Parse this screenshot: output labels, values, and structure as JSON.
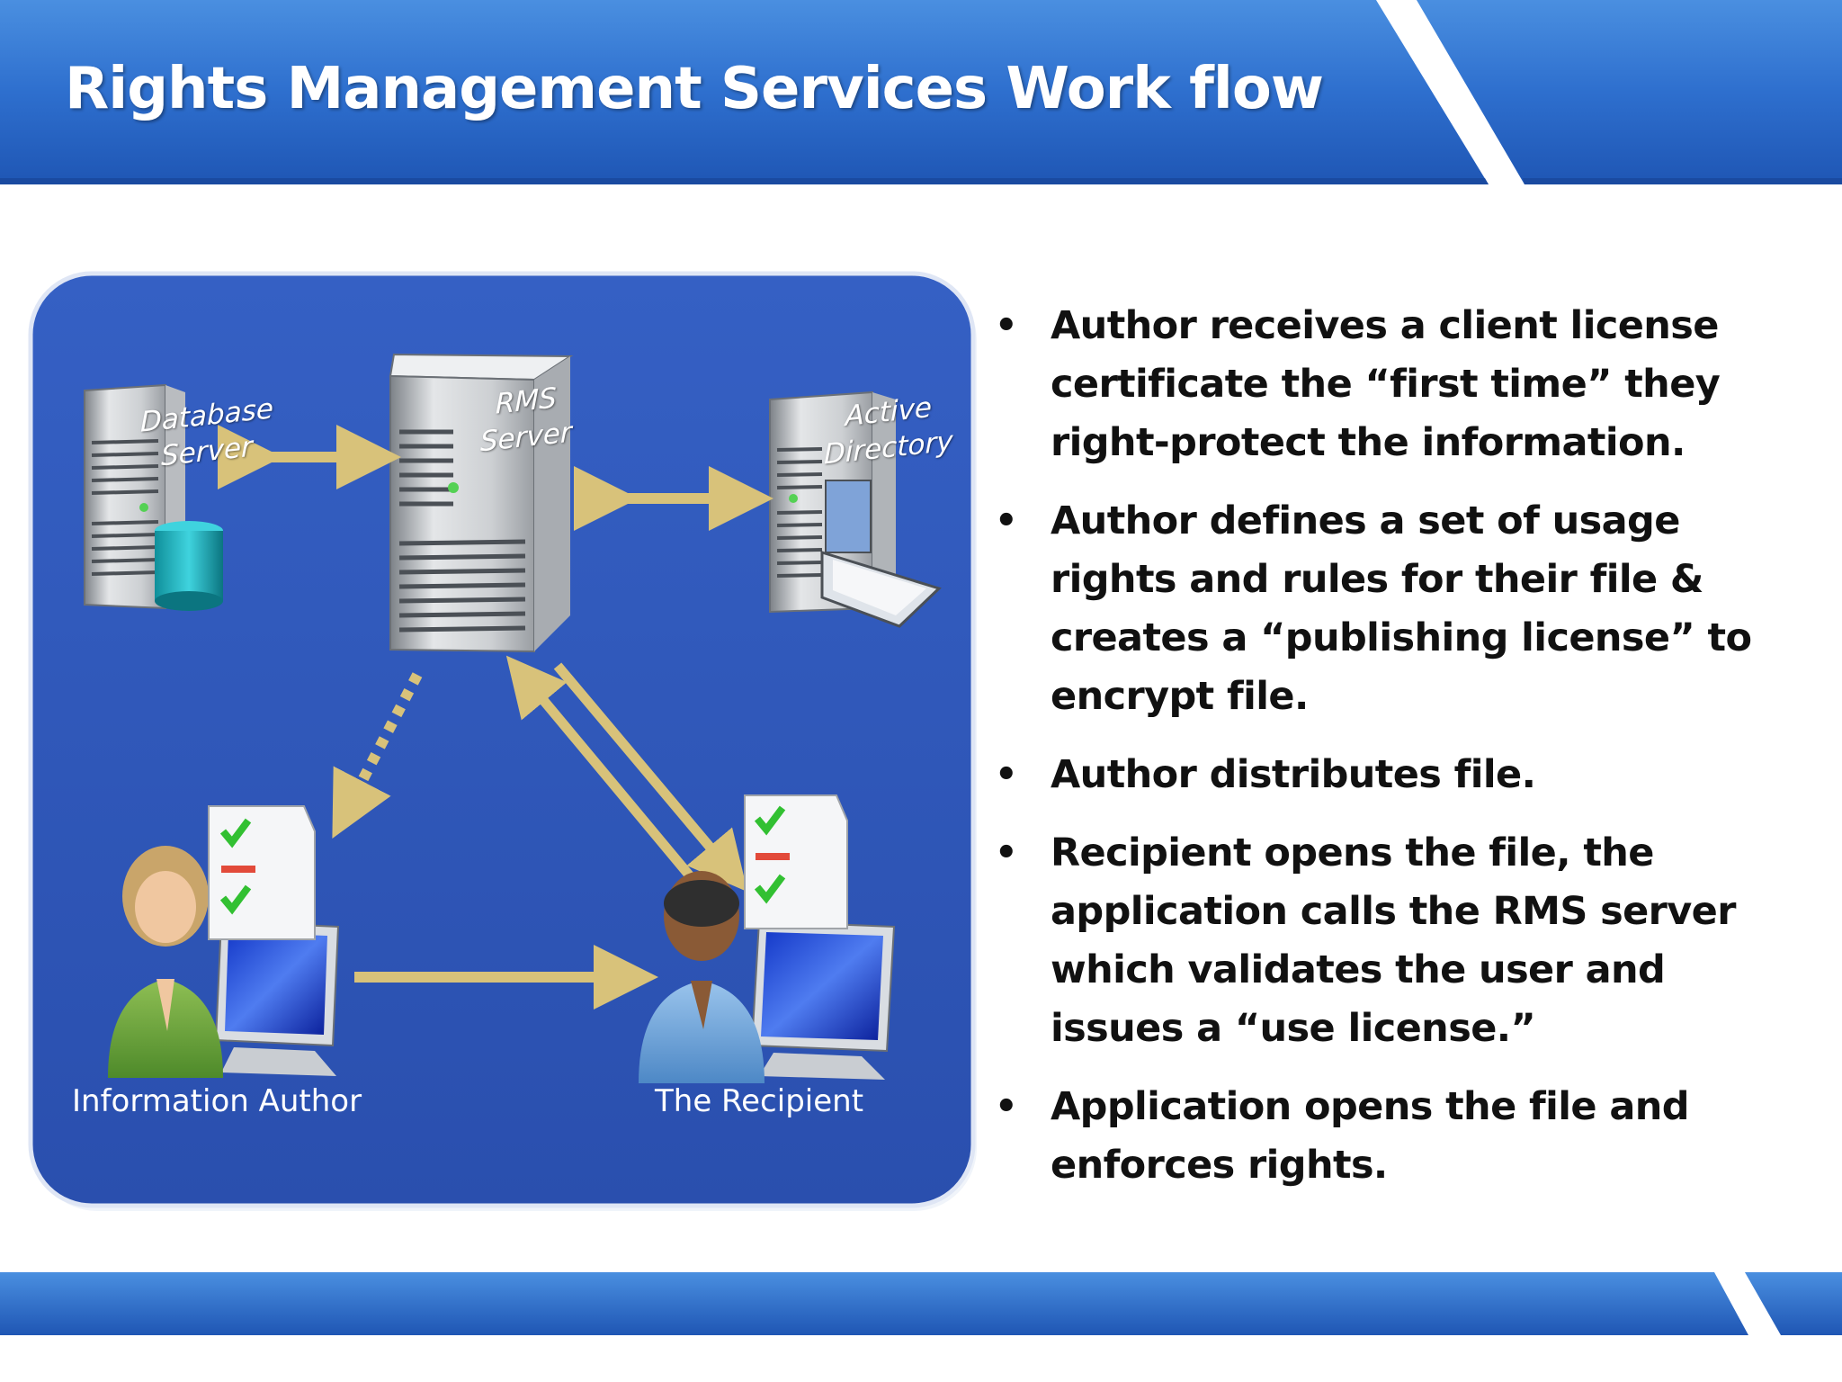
{
  "slide": {
    "title": "Rights Management Services Work flow"
  },
  "diagram": {
    "nodes": {
      "database_server": [
        "Database",
        "Server"
      ],
      "rms_server": [
        "RMS",
        "Server"
      ],
      "active_directory": [
        "Active",
        "Directory"
      ],
      "information_author": "Information Author",
      "the_recipient": "The Recipient"
    },
    "colors": {
      "panel": "#2e56b8",
      "arrow": "#d8c27a",
      "banner": "#2f6cc9"
    }
  },
  "bullets": [
    "Author receives a client license certificate the “first time” they right-protect the information.",
    "Author defines a set of usage rights and rules for their file & creates a “publishing license” to encrypt file.",
    "Author distributes file.",
    "Recipient opens the file, the application calls the RMS server which validates the user and issues a “use license.”",
    "Application opens the file and enforces rights."
  ]
}
